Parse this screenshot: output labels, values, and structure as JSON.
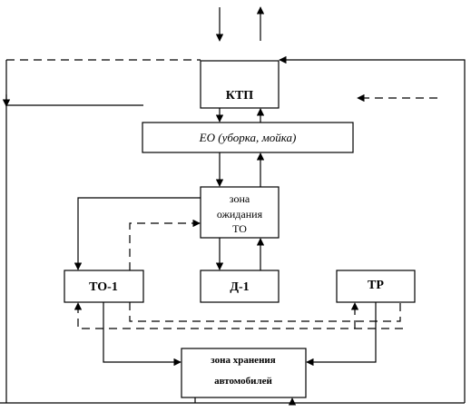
{
  "blocks": {
    "ktp": "КТП",
    "eo": "ЕО (уборка, мойка)",
    "waiting": [
      "зона",
      "ожидания",
      "ТО"
    ],
    "to1": "ТО-1",
    "d1": "Д-1",
    "tr": "ТР",
    "storage": [
      "зона хранения",
      "автомобилей"
    ]
  }
}
